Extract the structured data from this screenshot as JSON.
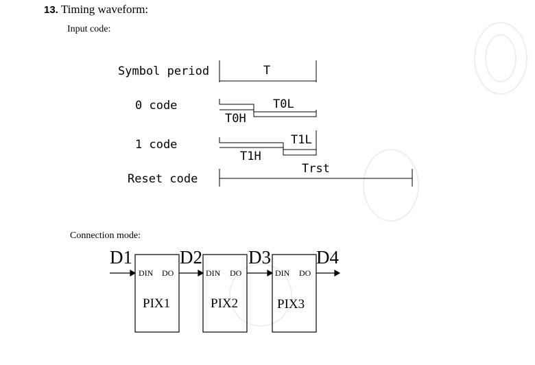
{
  "section": {
    "number": "13.",
    "title": "Timing waveform:"
  },
  "input_code": {
    "label": "Input code:",
    "rows": {
      "symbol_period": "Symbol period",
      "zero_code": "0 code",
      "one_code": "1 code",
      "reset_code": "Reset code"
    },
    "timing": {
      "T": "T",
      "T0L": "T0L",
      "T0H": "T0H",
      "T1L": "T1L",
      "T1H": "T1H",
      "Trst": "Trst"
    }
  },
  "connection": {
    "label": "Connection mode:",
    "signals": [
      "D1",
      "D2",
      "D3",
      "D4"
    ],
    "pins": {
      "din": "DIN",
      "do": "DO"
    },
    "pixels": [
      "PIX1",
      "PIX2",
      "PIX3"
    ]
  }
}
